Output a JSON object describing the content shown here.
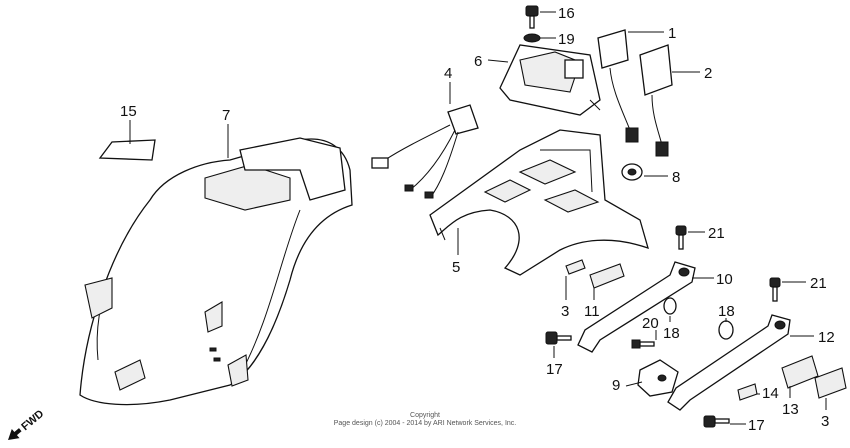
{
  "callouts": [
    {
      "id": "c16a",
      "text": "16"
    },
    {
      "id": "c19",
      "text": "19"
    },
    {
      "id": "c1",
      "text": "1"
    },
    {
      "id": "c2",
      "text": "2"
    },
    {
      "id": "c6",
      "text": "6"
    },
    {
      "id": "c4",
      "text": "4"
    },
    {
      "id": "c15",
      "text": "15"
    },
    {
      "id": "c7",
      "text": "7"
    },
    {
      "id": "c8",
      "text": "8"
    },
    {
      "id": "c21a",
      "text": "21"
    },
    {
      "id": "c5",
      "text": "5"
    },
    {
      "id": "c10",
      "text": "10"
    },
    {
      "id": "c21b",
      "text": "21"
    },
    {
      "id": "c3a",
      "text": "3"
    },
    {
      "id": "c11",
      "text": "11"
    },
    {
      "id": "c18a",
      "text": "18"
    },
    {
      "id": "c20",
      "text": "20"
    },
    {
      "id": "c18b",
      "text": "18"
    },
    {
      "id": "c12",
      "text": "12"
    },
    {
      "id": "c17a",
      "text": "17"
    },
    {
      "id": "c9",
      "text": "9"
    },
    {
      "id": "c14",
      "text": "14"
    },
    {
      "id": "c13",
      "text": "13"
    },
    {
      "id": "c3b",
      "text": "3"
    },
    {
      "id": "c17b",
      "text": "17"
    }
  ],
  "direction_label": "FWD",
  "copyright": {
    "line1": "Copyright",
    "line2": "Page design (c) 2004 - 2014 by ARI Network Services, Inc."
  }
}
